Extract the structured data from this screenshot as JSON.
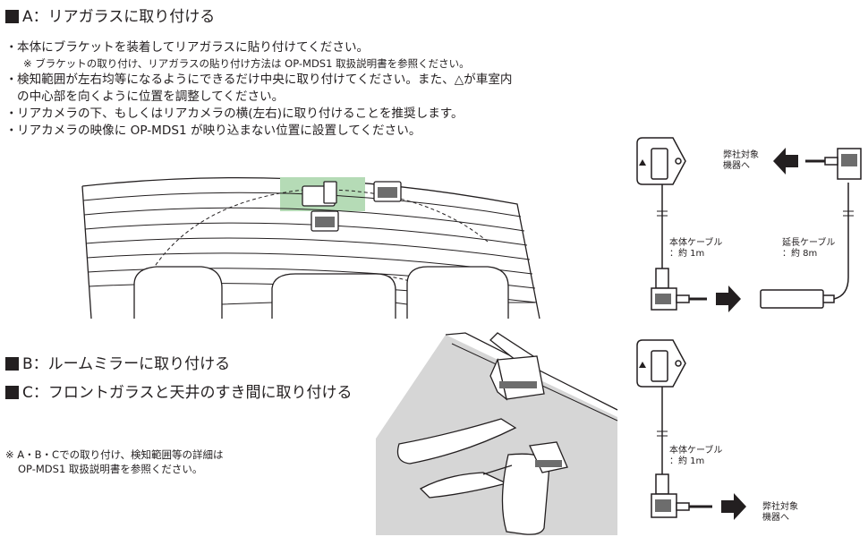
{
  "section_a": {
    "marker": "■",
    "title": "A：リアガラスに取り付ける"
  },
  "bullets": [
    {
      "dot": "・",
      "line1": "本体にブラケットを装着してリアガラスに貼り付けてください。",
      "note": "※ ブラケットの取り付け、リアガラスの貼り付け方法は OP-MDS1 取扱説明書を参照ください。"
    },
    {
      "dot": "・",
      "line1": "検知範囲が左右均等になるようにできるだけ中央に取り付けてください。また、△が車室内",
      "line2": "の中心部を向くように位置を調整してください。"
    },
    {
      "dot": "・",
      "line1": "リアカメラの下、もしくはリアカメラの横(左右)に取り付けることを推奨します。"
    },
    {
      "dot": "・",
      "line1": "リアカメラの映像に OP-MDS1 が映り込まない位置に設置してください。"
    }
  ],
  "section_b": {
    "marker": "■",
    "title": "B：ルームミラーに取り付ける"
  },
  "section_c": {
    "marker": "■",
    "title": "C：フロントガラスと天井のすき間に取り付ける"
  },
  "footnote": {
    "line1": "※ A・B・Cでの取り付け、検知範囲等の詳細は",
    "line2": "OP-MDS1 取扱説明書を参照ください。"
  },
  "diagram_top": {
    "target_line1": "弊社対象",
    "target_line2": "機器へ",
    "body_cable_line1": "本体ケーブル",
    "body_cable_line2": "：約 1m",
    "ext_cable_line1": "延長ケーブル",
    "ext_cable_line2": "：約 8m"
  },
  "diagram_bottom": {
    "body_cable_line1": "本体ケーブル",
    "body_cable_line2": "：約 1m",
    "target_line1": "弊社対象",
    "target_line2": "機器へ"
  },
  "colors": {
    "ink": "#231f20",
    "highlight": "#b5dbb6",
    "shade": "#d6d6d6"
  }
}
